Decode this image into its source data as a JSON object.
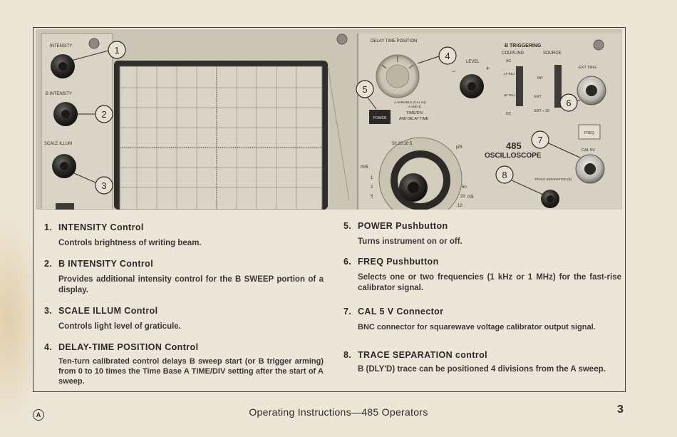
{
  "panel": {
    "intensity": "INTENSITY",
    "b_intensity": "B INTENSITY",
    "scale_illum": "SCALE ILLUM",
    "delay_time_position": "DELAY TIME POSITION",
    "b_triggering": "B TRIGGERING",
    "coupling": "COUPLING",
    "source": "SOURCE",
    "ac": "AC",
    "lf_rej": "LF REJ",
    "hf_rej": "HF REJ",
    "dc": "DC",
    "int": "INT",
    "ext": "EXT",
    "ext_div10": "EXT ÷ 10",
    "ext_trig": "EXT TRIG",
    "level": "LEVEL",
    "power": "POWER",
    "variable_line1": "A VARIABLE (CAL IN)",
    "variable_line2": "A AND B",
    "variable_line3": "TIME/DIV",
    "variable_line4": "AND DELAY TIME",
    "model": "485",
    "oscilloscope": "OSCILLOSCOPE",
    "freq": "FREQ",
    "cal_5v": "CAL 5V",
    "trace_separation": "TRACE SEPARATION (B)",
    "ms": "mS",
    "us": "μS",
    "ns": "nS"
  },
  "callouts": [
    "1",
    "2",
    "3",
    "4",
    "5",
    "6",
    "7",
    "8"
  ],
  "items": [
    {
      "num": "1.",
      "title": "INTENSITY Control",
      "desc": "Controls brightness of writing beam."
    },
    {
      "num": "2.",
      "title": "B INTENSITY Control",
      "desc": "Provides additional intensity control for the B SWEEP portion of a display."
    },
    {
      "num": "3.",
      "title": "SCALE ILLUM Control",
      "desc": "Controls light level of graticule."
    },
    {
      "num": "4.",
      "title": "DELAY-TIME POSITION Control",
      "desc": "Ten-turn calibrated control delays B sweep start (or B trigger arming) from 0 to 10 times the Time Base A TIME/DIV setting after the start of A sweep."
    },
    {
      "num": "5.",
      "title": "POWER Pushbutton",
      "desc": "Turns instrument on or off."
    },
    {
      "num": "6.",
      "title": "FREQ Pushbutton",
      "desc": "Selects one or two frequencies (1 kHz or 1 MHz) for the fast-rise calibrator signal."
    },
    {
      "num": "7.",
      "title": "CAL 5 V Connector",
      "desc": "BNC connector for squarewave voltage calibrator output signal."
    },
    {
      "num": "8.",
      "title": "TRACE SEPARATION control",
      "desc": "B (DLY'D) trace can be positioned 4 divisions from the A sweep."
    }
  ],
  "footer": {
    "mark": "A",
    "title": "Operating Instructions—485 Operators",
    "page": "3"
  }
}
